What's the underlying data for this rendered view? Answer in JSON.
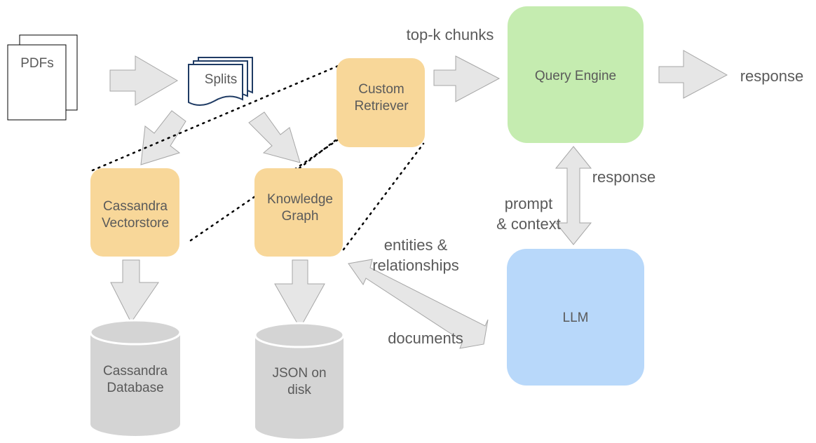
{
  "nodes": {
    "pdfs": "PDFs",
    "splits": "Splits",
    "custom_retriever": [
      "Custom",
      "Retriever"
    ],
    "query_engine": "Query Engine",
    "cassandra_vectorstore": [
      "Cassandra",
      "Vectorstore"
    ],
    "knowledge_graph": [
      "Knowledge",
      "Graph"
    ],
    "llm": "LLM",
    "cassandra_database": [
      "Cassandra",
      "Database"
    ],
    "json_on_disk": [
      "JSON on",
      "disk"
    ]
  },
  "edge_labels": {
    "top_k_chunks": "top-k chunks",
    "response_output": "response",
    "response_llm": "response",
    "prompt_context": [
      "prompt",
      "& context"
    ],
    "entities_relationships": [
      "entities &",
      "relationships"
    ],
    "documents": "documents"
  },
  "colors": {
    "retriever_box": "#f8d799",
    "query_engine_box": "#c5ecb0",
    "vectorstore_box": "#f8d799",
    "knowledge_graph_box": "#f8d799",
    "llm_box": "#b8d8fa",
    "database_cylinder": "#d4d4d4",
    "splits_stroke": "#1f3b64",
    "arrow_fill": "#e6e6e6"
  }
}
